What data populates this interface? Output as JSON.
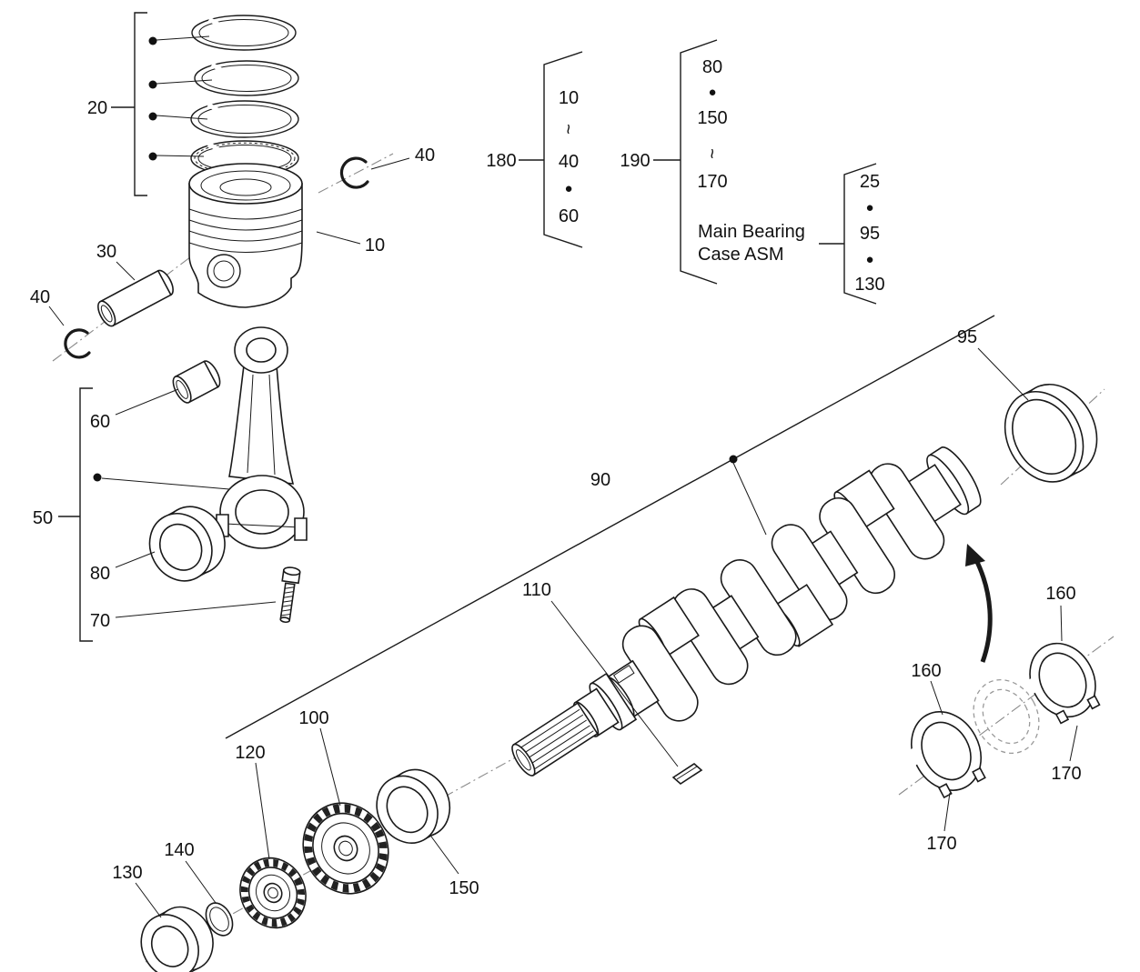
{
  "page": {
    "background": "#ffffff",
    "line_color": "#1a1a1a"
  },
  "callouts": {
    "rings": "20",
    "piston": "10",
    "circlip_top": "40",
    "circlip_left": "40",
    "piston_pin": "30",
    "small_end_bushing": "60",
    "connecting_rod_group": "50",
    "rod_bearing": "80",
    "rod_bolt": "70",
    "piston_kit_group": "180",
    "crank_kit_group": "190",
    "crankshaft": "90",
    "rear_main_bearing": "95",
    "key": "110",
    "crank_gear": "100",
    "idler_gear": "120",
    "front_bearing": "130",
    "washer": "140",
    "front_main_bearing": "150",
    "thrust_washer_left": "160",
    "thrust_washer_right": "160",
    "thrust_tab_left": "170",
    "thrust_tab_right": "170"
  },
  "legend_180": {
    "items": [
      "10",
      "~",
      "40",
      "●",
      "60"
    ]
  },
  "legend_190": {
    "items": [
      "80",
      "●",
      "150",
      "~",
      "170"
    ],
    "note_line1": "Main Bearing",
    "note_line2": "Case ASM"
  },
  "legend_main_bearing_case": {
    "items": [
      "25",
      "●",
      "95",
      "●",
      "130"
    ]
  }
}
